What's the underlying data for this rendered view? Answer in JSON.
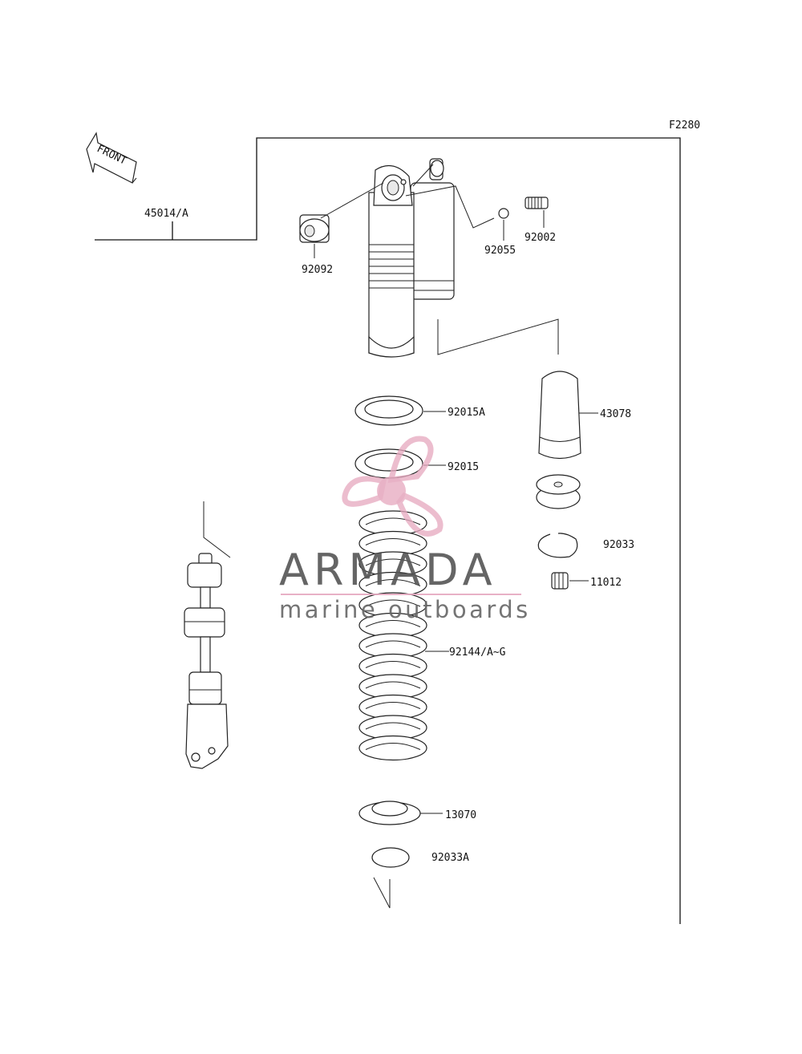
{
  "figure_code": "F2280",
  "front_label": "FRONT",
  "parts": {
    "assembly": "45014/A",
    "bushing": "92092",
    "o_ring": "92055",
    "fitting": "92002",
    "nut_upper": "92015A",
    "nut_lower": "92015",
    "cap": "43078",
    "circlip": "92033",
    "valve": "11012",
    "spring": "92144/A~G",
    "spring_seat": "13070",
    "circlip_lower": "92033A"
  },
  "watermark": {
    "brand": "ARMADA",
    "tagline": "marine outboards",
    "accent_color": "#e6a9c0",
    "text_color": "#555555"
  }
}
